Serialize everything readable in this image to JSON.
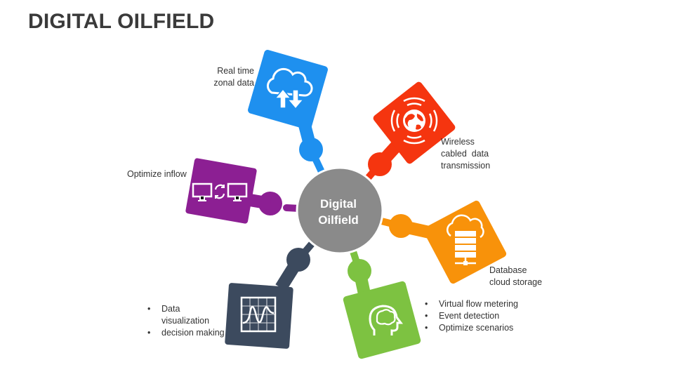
{
  "slide": {
    "title": "DIGITAL OILFIELD"
  },
  "center": {
    "line1": "Digital",
    "line2": "Oilfield",
    "color": "#8a8a8a"
  },
  "nodes": {
    "cloud_transfer": {
      "icon": "cloud-upload-download-icon",
      "color": "#1e90ef",
      "label_line1": "Real time",
      "label_line2": "zonal data"
    },
    "wireless": {
      "icon": "globe-signal-icon",
      "color": "#f5350f",
      "label_line1": "Wireless",
      "label_line2": "cabled  data",
      "label_line3": "transmission"
    },
    "database": {
      "icon": "cloud-database-icon",
      "color": "#f8920a",
      "label_line1": "Database",
      "label_line2": "cloud storage"
    },
    "brain": {
      "icon": "head-brain-icon",
      "color": "#7dc241",
      "items": [
        "Virtual flow metering",
        "Event detection",
        "Optimize scenarios"
      ]
    },
    "chart": {
      "icon": "waveform-chart-icon",
      "color": "#3c4a5e",
      "items": [
        "Data visualization",
        "decision making"
      ],
      "item0_line1": "Data",
      "item0_line2": "visualization"
    },
    "monitors": {
      "icon": "monitors-sync-icon",
      "color": "#8c1f93",
      "label": "Optimize inflow"
    }
  }
}
